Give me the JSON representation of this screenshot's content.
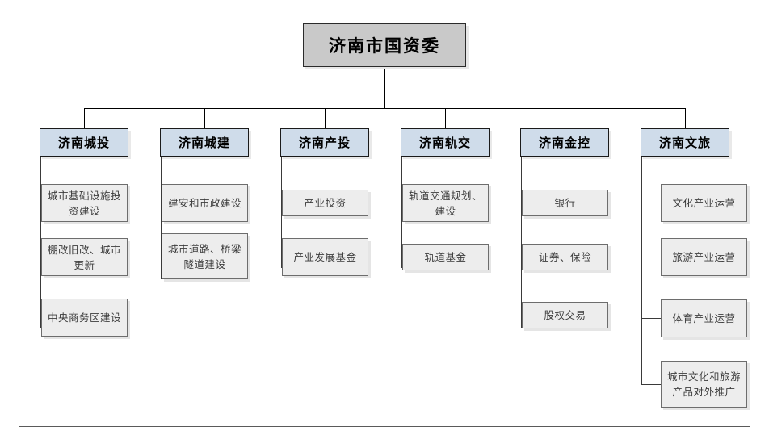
{
  "diagram": {
    "type": "organization-chart",
    "title_node": "济南市国资委",
    "colors": {
      "root_fill": "#c9c9c9",
      "header_fill": "#cfdcea",
      "leaf_fill": "#ededed",
      "line": "#000000",
      "border": "#2b2b2b"
    },
    "columns": [
      {
        "header": "济南城投",
        "children": [
          "城市基础设施投资建设",
          "棚改旧改、城市更新",
          "中央商务区建设"
        ]
      },
      {
        "header": "济南城建",
        "children": [
          "建安和市政建设",
          "城市道路、桥梁隧道建设"
        ]
      },
      {
        "header": "济南产投",
        "children": [
          "产业投资",
          "产业发展基金"
        ]
      },
      {
        "header": "济南轨交",
        "children": [
          "轨道交通规划、建设",
          "轨道基金"
        ]
      },
      {
        "header": "济南金控",
        "children": [
          "银行",
          "证券、保险",
          "股权交易"
        ]
      },
      {
        "header": "济南文旅",
        "children": [
          "文化产业运营",
          "旅游产业运营",
          "体育产业运营",
          "城市文化和旅游产品对外推广"
        ]
      }
    ]
  }
}
